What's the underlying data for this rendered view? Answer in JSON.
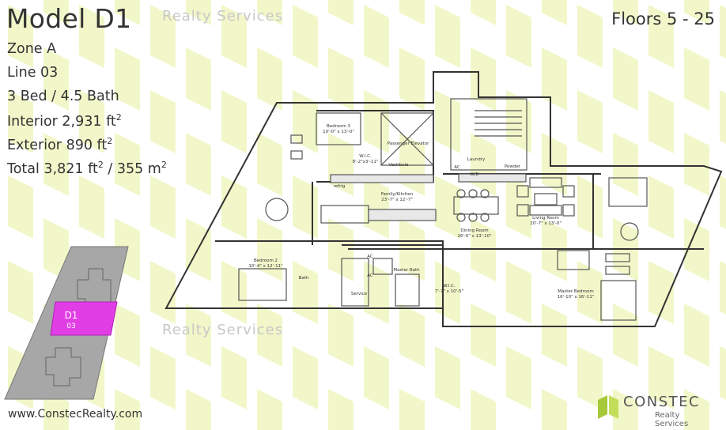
{
  "model": "Model D1",
  "floors": "Floors 5 - 25",
  "specs": {
    "zone": "Zone A",
    "line": "Line 03",
    "beds_baths": "3 Bed / 4.5 Bath",
    "interior": "Interior 2,931 ft",
    "exterior": "Exterior 890 ft",
    "total_a": "Total 3,821 ft",
    "total_b": " / 355 m",
    "sup": "2"
  },
  "watermark": "Realty Services",
  "website": "www.ConstecRealty.com",
  "logo": {
    "name": "CONSTEC",
    "sub": "Realty Services"
  },
  "keyplan": {
    "unit": "D1",
    "line": "03",
    "highlight_color": "#e23ee6"
  },
  "colors": {
    "pattern": "#f2f7c9",
    "logo_green": "#a6c93a"
  },
  "rooms": {
    "bedroom3": "Bedroom 3",
    "bedroom3_dim": "10'-0\" x 13'-0\"",
    "wic1": "W.I.C.",
    "wic1_dim": "8'-2\"x3'-11\"",
    "elevator": "Passenger Elevator",
    "vestibule": "Vestibule",
    "laundry": "Laundry",
    "ac1": "AC",
    "wd": "W/D",
    "powder": "Powder",
    "family": "Family/Kitchen",
    "family_dim": "23'-7\" x 12'-7\"",
    "dining": "Dining Room",
    "dining_dim": "16'-0\" x 13'-10\"",
    "living": "Living Room",
    "living_dim": "20'-7\" x 13'-0\"",
    "bedroom2": "Bedroom 2",
    "bedroom2_dim": "10'-4\" x 12'-11\"",
    "bath": "Bath",
    "service": "Service",
    "ac2": "AC",
    "ac3": "AC",
    "master_bath": "Master Bath",
    "wic2": "W.I.C.",
    "wic2_dim": "7'-7\" x 10'-5\"",
    "master": "Master Bedroom",
    "master_dim": "16'-10\" x 16'-11\"",
    "refrig": "refrig"
  }
}
